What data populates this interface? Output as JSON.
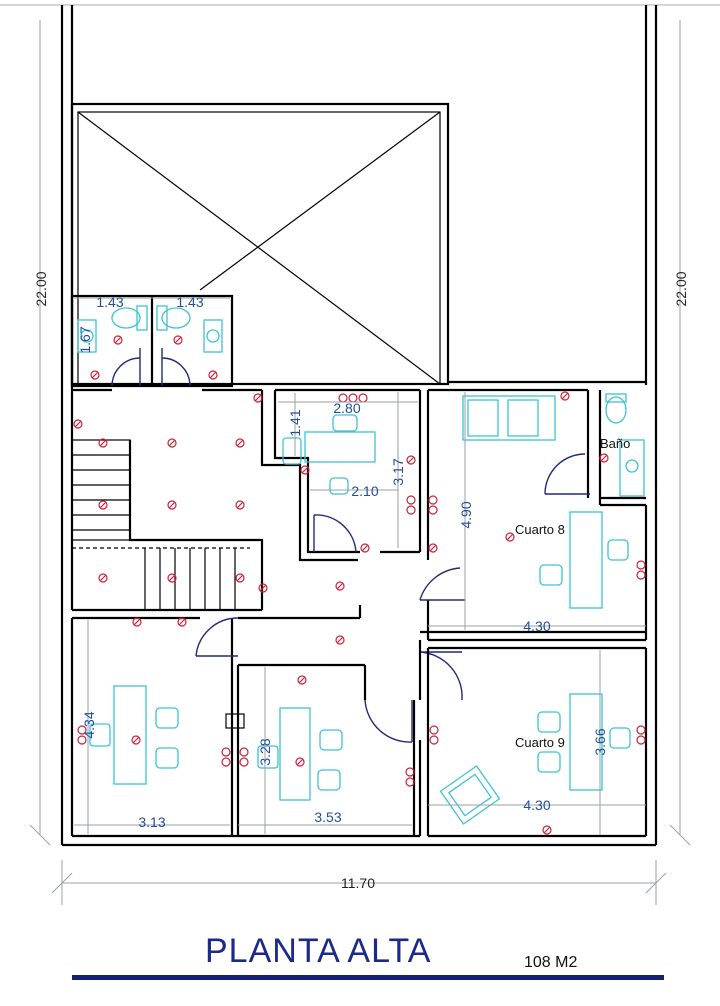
{
  "plan": {
    "title": "PLANTA  ALTA",
    "area": "108 M2",
    "overall_width": "11.70",
    "overall_depth_left": "22.00",
    "overall_depth_right": "22.00",
    "rooms": {
      "cuarto8": "Cuarto 8",
      "cuarto9": "Cuarto 9",
      "bano": "Baño"
    },
    "dimensions": {
      "bath_left_w": "1.43",
      "bath_right_w": "1.43",
      "bath_h": "1.67",
      "study_w": "2.80",
      "study_h": "1.41",
      "study_inner_w": "2.10",
      "study_depth": "3.17",
      "cuarto8_h": "4.90",
      "cuarto8_w": "4.30",
      "left_room_h": "4.34",
      "left_room_w": "3.13",
      "mid_room_h": "3.28",
      "mid_room_w": "3.53",
      "cuarto9_w": "4.30",
      "cuarto9_h": "3.66"
    },
    "colors": {
      "walls": "#000000",
      "furniture": "#3cc4d4",
      "dimension_text": "#1f4e9a",
      "electrical_symbols": "#d0203a",
      "title": "#1b2a8a"
    }
  }
}
